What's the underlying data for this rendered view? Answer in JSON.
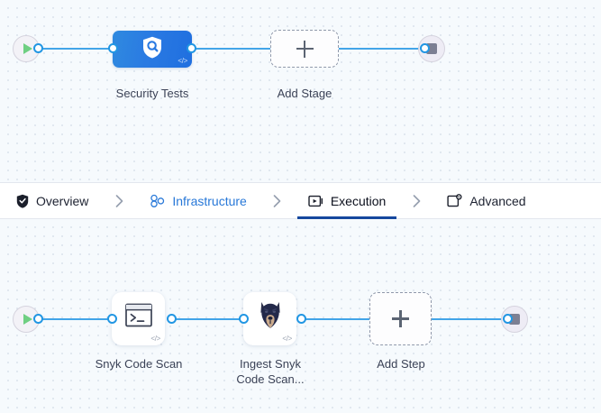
{
  "colors": {
    "edge": "#42a5e8",
    "port_stroke": "#2196e3",
    "stage_node": "#2a7ae2",
    "canvas_bg": "#f6fafd",
    "grid_dot": "#dde5ee",
    "active_tab_underline": "#15489e",
    "link_tab": "#2878d8",
    "play_green": "#6fcf82",
    "stop_gray": "#7c7f93",
    "dashed_border": "#9099ab",
    "label_text": "#3b4256"
  },
  "stage_canvas": {
    "name": "stage-pipeline-canvas",
    "start_node": {
      "icon": "play-icon",
      "label": ""
    },
    "nodes": [
      {
        "id": "security-tests",
        "type": "stage",
        "icon": "shield-search-icon",
        "label": "Security Tests",
        "badge": "</>"
      },
      {
        "id": "add-stage",
        "type": "add",
        "icon": "plus-icon",
        "label": "Add Stage"
      }
    ],
    "end_node": {
      "icon": "stop-icon"
    }
  },
  "tabbar": {
    "name": "pipeline-tabs",
    "tabs": [
      {
        "id": "overview",
        "label": "Overview",
        "icon": "shield-check-icon",
        "state": "default"
      },
      {
        "id": "infrastructure",
        "label": "Infrastructure",
        "icon": "nodes-icon",
        "state": "link"
      },
      {
        "id": "execution",
        "label": "Execution",
        "icon": "play-box-icon",
        "state": "active"
      },
      {
        "id": "advanced",
        "label": "Advanced",
        "icon": "box-gear-icon",
        "state": "default"
      }
    ],
    "separator": "chevron-right-icon"
  },
  "step_canvas": {
    "name": "step-pipeline-canvas",
    "start_node": {
      "icon": "play-icon"
    },
    "nodes": [
      {
        "id": "snyk-code-scan",
        "type": "step",
        "icon": "terminal-icon",
        "label": "Snyk Code Scan",
        "badge": "</>"
      },
      {
        "id": "ingest-snyk-code-scan",
        "type": "step",
        "icon": "snyk-dog-icon",
        "label": "Ingest Snyk\nCode Scan...",
        "badge": "</>"
      },
      {
        "id": "add-step",
        "type": "add",
        "icon": "plus-icon",
        "label": "Add Step"
      }
    ],
    "end_node": {
      "icon": "stop-icon"
    }
  }
}
